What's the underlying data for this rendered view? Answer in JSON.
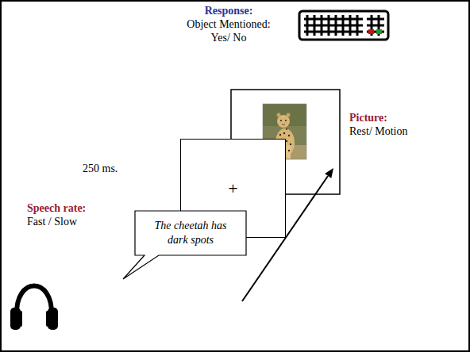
{
  "diagram": {
    "nodes": [
      {
        "text": [
          "The cheetah has dark spots"
        ]
      },
      {
        "text": [
          "+"
        ]
      }
    ],
    "labels": [
      "Response:",
      "Object Mentioned:",
      "Yes/ No",
      "Picture:",
      "Rest/ Motion",
      "250 ms.",
      "Speech rate:",
      "Fast / Slow"
    ]
  }
}
